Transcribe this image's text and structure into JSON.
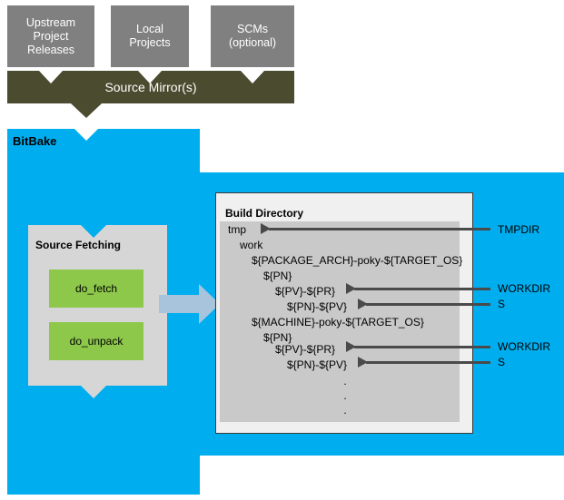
{
  "sources": [
    {
      "name": "upstream-project-releases",
      "lines": [
        "Upstream",
        "Project",
        "Releases"
      ]
    },
    {
      "name": "local-projects",
      "lines": [
        "Local",
        "Projects"
      ]
    },
    {
      "name": "scms-optional",
      "lines": [
        "SCMs",
        "(optional)"
      ]
    }
  ],
  "mirror": {
    "label": "Source Mirror(s)"
  },
  "bitbake": {
    "label": "BitBake"
  },
  "fetching": {
    "title": "Source Fetching",
    "tasks": [
      {
        "label": "do_fetch"
      },
      {
        "label": "do_unpack"
      }
    ]
  },
  "build": {
    "title": "Build Directory",
    "tree": [
      {
        "text": "tmp",
        "indent": 0
      },
      {
        "text": "work",
        "indent": 1
      },
      {
        "text": "${PACKAGE_ARCH}-poky-${TARGET_OS}",
        "indent": 2
      },
      {
        "text": "${PN}",
        "indent": 3
      },
      {
        "text": "${PV}-${PR}",
        "indent": 4
      },
      {
        "text": "${PN}-${PV}",
        "indent": 5
      },
      {
        "text": "${MACHINE}-poky-${TARGET_OS}",
        "indent": 2
      },
      {
        "text": "${PN}",
        "indent": 3
      },
      {
        "text": "${PV}-${PR}",
        "indent": 4
      },
      {
        "text": "${PN}-${PV}",
        "indent": 5
      }
    ],
    "ellipsis": [
      ".",
      ".",
      "."
    ]
  },
  "pointers": [
    {
      "label": "TMPDIR"
    },
    {
      "label": "WORKDIR"
    },
    {
      "label": "S"
    },
    {
      "label": "WORKDIR"
    },
    {
      "label": "S"
    }
  ],
  "colors": {
    "bitbake_blue": "#00aeef",
    "source_gray": "#808080",
    "mirror_olive": "#4a4b2f",
    "task_green": "#8dc84b",
    "panel_gray": "#d6d6d6",
    "tree_gray": "#c9c9c9",
    "arrow_blue": "#a8c4dd",
    "pointer_dark": "#4a4a4a"
  }
}
